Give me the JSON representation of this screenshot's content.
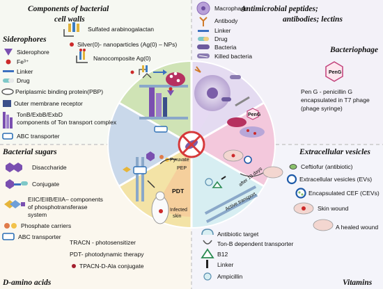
{
  "sections": {
    "cell_walls": {
      "title_line1": "Components of bacterial",
      "title_line2": "cell walls",
      "items": [
        "Sulfated arabinogalactan",
        "Silver(0)- nanoparticles (Ag(0) – NPs)",
        "Nanocomposite Ag(0)"
      ]
    },
    "siderophores": {
      "title": "Siderophores",
      "items": [
        "Siderophore",
        "Fe³⁺",
        "Linker",
        "Drug",
        "Periplasmic binding protein(PBP)",
        "Outer membrane receptor",
        "TonB/ExbB/ExbD",
        "components of Ton transport complex",
        "ABC transporter"
      ]
    },
    "antimicrobial": {
      "title_line1": "Antimicrobial peptides;",
      "title_line2": "antibodies; lectins",
      "items": [
        "Macrophage",
        "Antibody",
        "Linker",
        "Drug",
        "Bacteria",
        "Killed bacteria"
      ]
    },
    "bacteriophage": {
      "title": "Bacteriophage",
      "icon_label": "PenG",
      "lines": [
        "Pen G - penicillin G",
        "encapsulated in T7 phage",
        "(phage syringe)"
      ]
    },
    "sugars": {
      "title": "Bacterial sugars",
      "items": [
        "Disaccharide",
        "Conjugate",
        "EIIC/EIIB/EIIA– components",
        "of phosphotransferase",
        "system",
        "Phosphate carriers",
        "ABC transporter"
      ],
      "pathway": [
        "Pyruvate",
        "PEP"
      ]
    },
    "d_amino": {
      "title": "D-amino acids",
      "pdt_short": "PDT",
      "infected": [
        "Infected",
        "skin"
      ],
      "items": [
        "TRACN - photosensitizer",
        "PDT- photodynamic therapy",
        "TPACN-D-Ala conjugate"
      ]
    },
    "vesicles": {
      "title": "Extracellular vesicles",
      "after_label": "after 10 days",
      "items": [
        "Ceftiofur (antibiotic)",
        "Extracellular vesicles (EVs)",
        "Encapsulated CEF (CEVs)",
        "Skin wound",
        "A healed wound"
      ]
    },
    "vitamins": {
      "title": "Vitamins",
      "active_transport": "Active transport",
      "items": [
        "Antibiotic target",
        "Ton-B dependent transporter",
        "B12",
        "Linker",
        "Ampicillin"
      ]
    }
  }
}
